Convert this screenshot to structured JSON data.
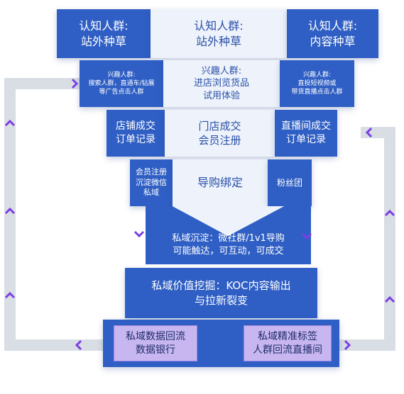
{
  "row1": {
    "left": "认知人群:\n站外种草",
    "center": "认知人群:\n站外种草",
    "right": "认知人群:\n内容种草"
  },
  "row2": {
    "left": "兴趣人群:\n搜索人群，直通车/钻展\n等广告点击人群",
    "center": "兴趣人群:\n进店浏览货品\n试用体验",
    "right": "兴趣人群:\n直投短视频或\n带货直播点击人群"
  },
  "row3": {
    "left": "店铺成交\n订单记录",
    "center": "门店成交\n会员注册",
    "right": "直播间成交\n订单记录"
  },
  "row4": {
    "left": "会员注册\n沉淀微信\n私域",
    "center": "导购绑定",
    "right": "粉丝团"
  },
  "row5": {
    "center": "私域沉淀：微社群/1v1导购\n可能触达，可互动，可成交"
  },
  "row6": {
    "center": "私域价值挖掘：KOC内容输出\n与拉新裂变"
  },
  "row7": {
    "left": "私域数据回流\n数据银行",
    "right": "私域精准标签\n人群回流直播间"
  },
  "colors": {
    "dark": "#2f5fc4",
    "light": "#eef3fb",
    "purple": "#c8b6f0",
    "loop": "#d9dde4",
    "chevron": "#7b3fe4"
  }
}
